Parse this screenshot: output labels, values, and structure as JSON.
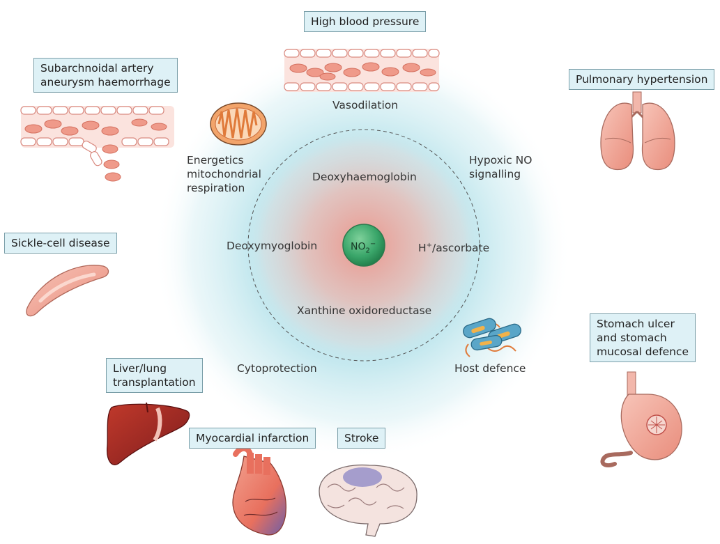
{
  "center": {
    "molecule_main": "NO",
    "molecule_sub": "2",
    "molecule_sup": "−",
    "inner_labels": {
      "top": "Deoxyhaemoglobin",
      "left": "Deoxymyoglobin",
      "right_sup": "+",
      "right_pre": "H",
      "right_post": "/ascorbate",
      "bottom": "Xanthine oxidoreductase"
    }
  },
  "ring_labels": {
    "vasodilation": "Vasodilation",
    "energetics": "Energetics\nmitochondrial\nrespiration",
    "hypoxic": "Hypoxic NO\nsignalling",
    "cytoprotection": "Cytoprotection",
    "host_defence": "Host defence"
  },
  "conditions": {
    "high_bp": "High blood pressure",
    "subarachnoid": "Subarchnoidal artery\naneurysm haemorrhage",
    "pulmonary": "Pulmonary hypertension",
    "sickle": "Sickle-cell disease",
    "stomach": "Stomach ulcer\nand stomach\nmucosal defence",
    "liver": "Liver/lung\ntransplantation",
    "myocardial": "Myocardial infarction",
    "stroke": "Stroke"
  },
  "colors": {
    "outer_glow": "#a9dde7",
    "inner_glow": "#f2a7a0",
    "molecule": "#3aa66a",
    "box_fill": "#def1f6",
    "box_border": "#7a9ea8",
    "rbc": "#ef9a8a",
    "vessel": "#f6c9c0"
  },
  "icons": [
    "blood-vessel-icon",
    "mitochondrion-icon",
    "bacteria-icon",
    "lungs-icon",
    "sickle-cell-icon",
    "stomach-icon",
    "liver-icon",
    "heart-icon",
    "brain-icon"
  ]
}
